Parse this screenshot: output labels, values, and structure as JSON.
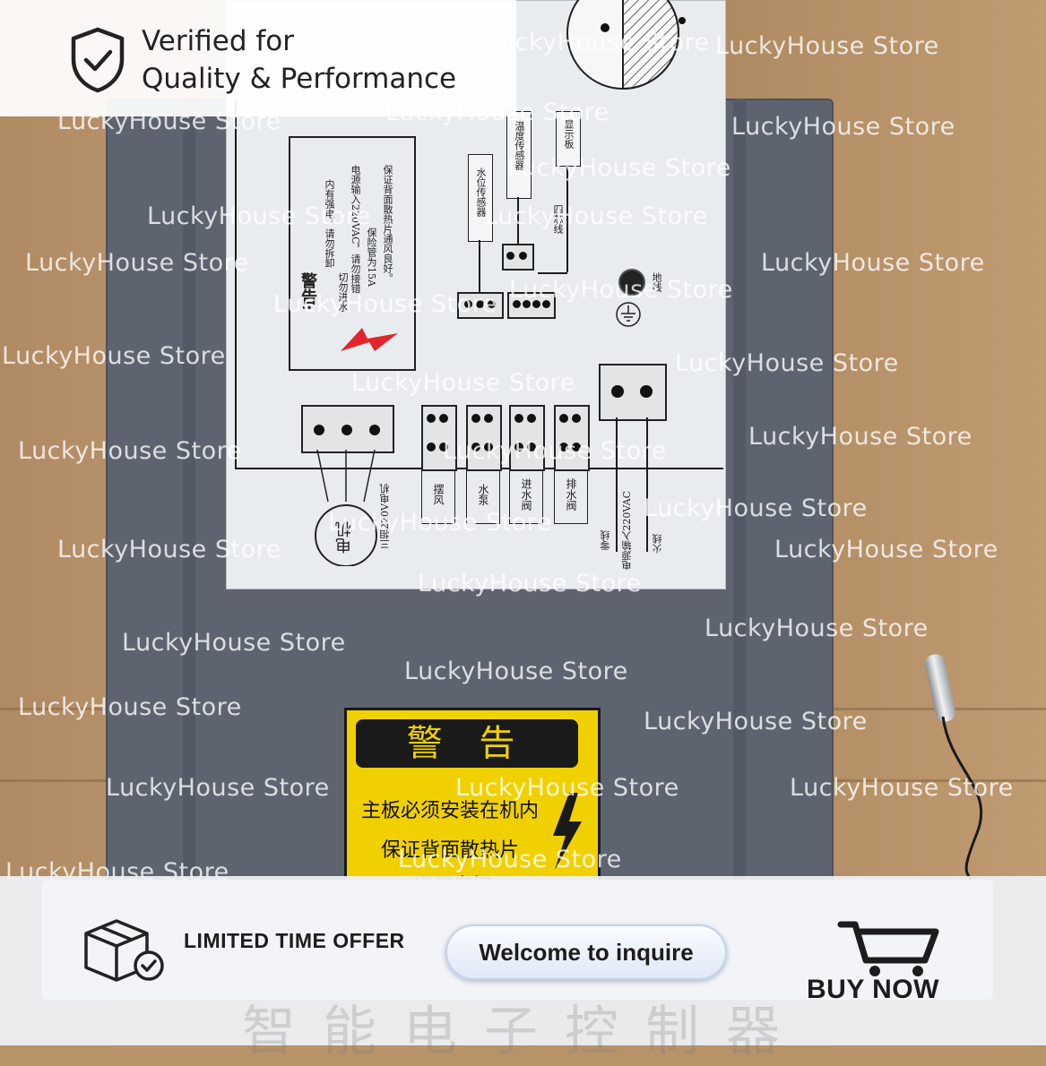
{
  "overlay_badge": {
    "line1": "Verified for",
    "line2": "Quality & Performance"
  },
  "watermark": "LuckyHouse Store",
  "diagram_panel": {
    "warning_title": "警告:",
    "warning_lines": [
      "内有强电，请勿拆卸",
      "切勿进水",
      "电源输入220VAC，请勿接错",
      "保险管为15A",
      "保证背面散热片通风良好。"
    ],
    "sensor_labels": [
      "水位传感器",
      "温度传感器",
      "显示板"
    ],
    "four_core_label": "四芯线",
    "ground_label": "地线",
    "motor_label": "电机",
    "motor_caption": "三相220V电机",
    "output_labels": [
      "摆风",
      "水泵",
      "进水阀",
      "排水阀"
    ],
    "power_label": "电源输入220VAC",
    "neutral_label": "零线",
    "live_label": "火线"
  },
  "warning_sticker": {
    "title": "警 告",
    "line1": "主板必须安装在机内",
    "line2": "保证背面散热片",
    "line3": "通风良好"
  },
  "promo_bar": {
    "offer_label": "LIMITED TIME OFFER",
    "inquire_button": "Welcome to inquire",
    "buy_now": "BUY NOW",
    "ghost_text": "智能电子控制器"
  },
  "colors": {
    "enclosure": "#5d6470",
    "sticker_yellow": "#f1d000",
    "cardboard": "#b8936a",
    "bolt_red": "#e0262c"
  }
}
